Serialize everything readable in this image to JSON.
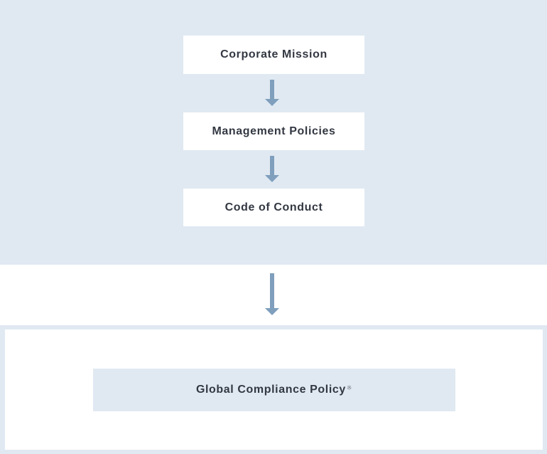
{
  "flow": {
    "steps": [
      {
        "label": "Corporate Mission"
      },
      {
        "label": "Management Policies"
      },
      {
        "label": "Code of Conduct"
      }
    ],
    "result": {
      "label": "Global Compliance Policy",
      "note_mark": "※"
    }
  },
  "colors": {
    "panel_bg": "#e0e9f2",
    "box_bg": "#ffffff",
    "arrow": "#7f9fbd",
    "text": "#333842"
  }
}
